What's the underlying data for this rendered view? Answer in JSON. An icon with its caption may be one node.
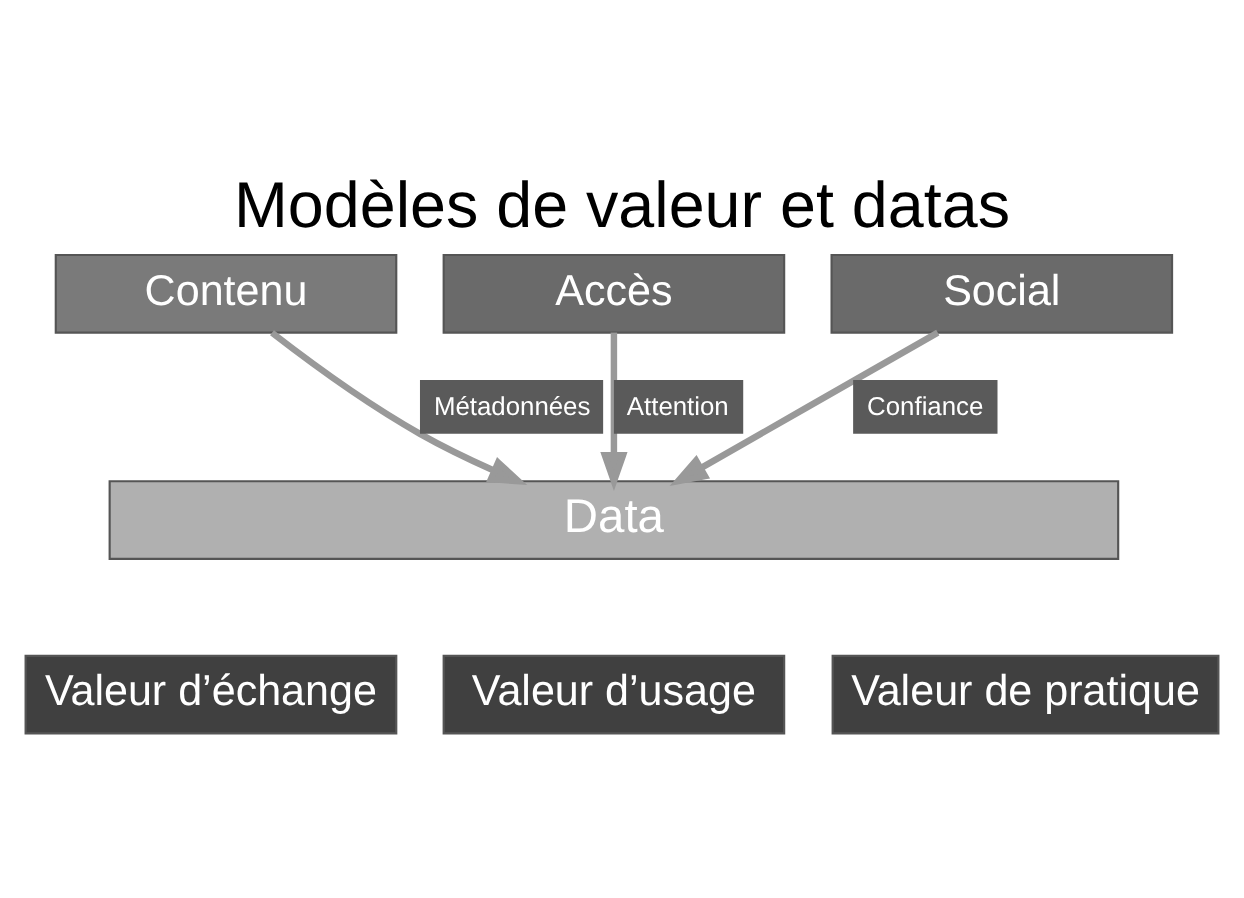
{
  "diagram": {
    "title": "Modèles de valeur et datas",
    "nodes": [
      {
        "text": [
          "Contenu"
        ]
      },
      {
        "text": [
          "Accès"
        ]
      },
      {
        "text": [
          "Social"
        ]
      },
      {
        "text": [
          "Data"
        ]
      },
      {
        "text": [
          "Valeur d’échange"
        ]
      },
      {
        "text": [
          "Valeur d’usage"
        ]
      },
      {
        "text": [
          "Valeur de pratique"
        ]
      }
    ],
    "edges": [
      {
        "from": 0,
        "to": 3,
        "arrow": "to",
        "label": "Métadonnées"
      },
      {
        "from": 1,
        "to": 3,
        "arrow": "to",
        "label": "Attention"
      },
      {
        "from": 2,
        "to": 3,
        "arrow": "to",
        "label": "Confiance"
      }
    ]
  }
}
